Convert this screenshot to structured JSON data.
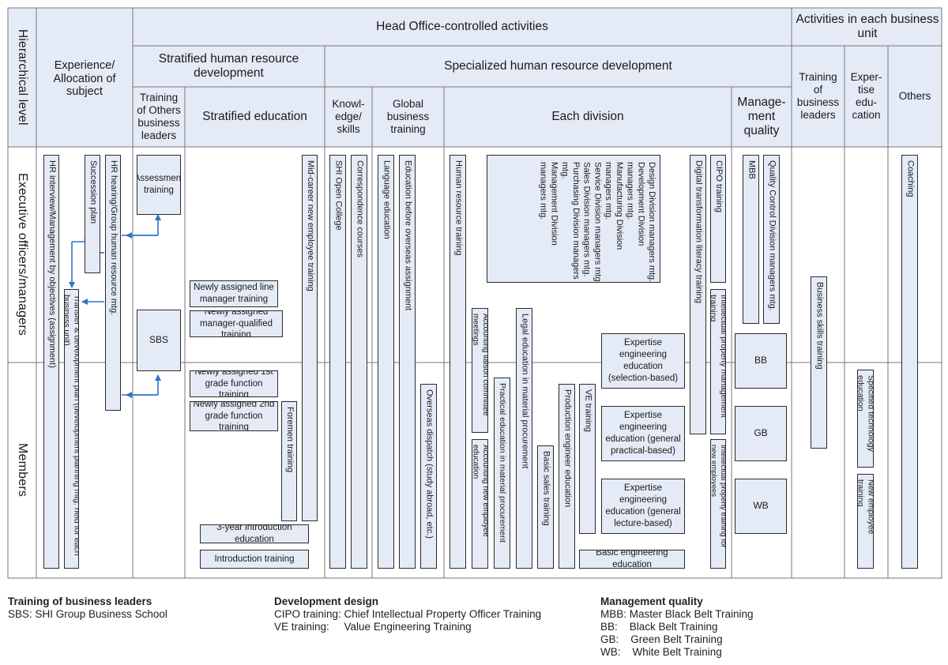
{
  "headers": {
    "hierarchical_level": "Hierarchical level",
    "experience": "Experience/ Allocation of subject",
    "head_office": "Head Office-controlled activities",
    "business_unit": "Activities in each business unit",
    "stratified": "Stratified human resource development",
    "specialized": "Specialized human resource development",
    "training_others": "Training of Others business leaders",
    "stratified_education": "Stratified education",
    "knowledge": "Knowl-edge/ skills",
    "global": "Global business training",
    "each_division": "Each division",
    "management_quality": "Manage-ment quality",
    "training_business_leaders": "Training of business leaders",
    "expertise_education": "Exper-tise edu-cation",
    "others": "Others"
  },
  "rows": {
    "executive": "Executive officers/managers",
    "members": "Members"
  },
  "boxes": {
    "hr_interview": "HR interview/Management by objectives (assignment)",
    "succession": "Succession plan",
    "transfer_plan": "Transfer & development plan (development planning mtg. held for each business unit)",
    "hr_hearing": "HR hearing/Group human resource mtg.",
    "assessment": "Assessment training",
    "sbs": "SBS",
    "newly_line": "Newly assigned line manager training",
    "newly_mgr_qual": "Newly assigned manager-qualified training",
    "newly_1st": "Newly assigned 1st grade function training",
    "newly_2nd": "Newly assigned 2nd grade function training",
    "foremen": "Foremen training",
    "mid_career": "Mid-career new employee training",
    "three_year": "3-year introduction education",
    "introduction": "Introduction training",
    "shi_open": "SHI Open College",
    "correspondence": "Correspondence courses",
    "language": "Language education",
    "before_overseas": "Education before overseas assignment",
    "overseas_dispatch": "Overseas dispatch (study abroad, etc.)",
    "hr_training": "Human resource training",
    "division_mtgs": [
      "Design Division managers mtg.",
      "Development Division",
      "managers mtg.",
      "Manufacturing Division",
      "managers mtg.",
      "Service Division managers mtg.",
      "Sales Division managers mtg.",
      "Purchasing Division managers",
      "mtg.",
      "Management Division",
      "managers mtg."
    ],
    "acct_liaison": "Accounting liaison committee meetings",
    "acct_new": "Accounting new employee education",
    "practical_material": "Practical education in material procurement",
    "legal_material": "Legal education in material procurement",
    "basic_sales": "Basic sales training",
    "production_eng": "Production engineer education",
    "ve_training": "VE training",
    "exp_selection": "Expertise engineering education (selection-based)",
    "exp_practical": "Expertise engineering education (general practical-based)",
    "exp_lecture": "Expertise engineering education (general lecture-based)",
    "basic_engineering": "Basic engineering education",
    "digital": "Digital transformation literacy training",
    "cipo": "CIPO training",
    "ip_mgmt": "Intellectual property management training",
    "ip_new": "Intellectual property training for new employees",
    "mbb": "MBB",
    "qc_mtg": "Quality Control Division managers mtg.",
    "bb": "BB",
    "gb": "GB",
    "wb": "WB",
    "business_skills": "Business skills training",
    "specified_tech": "Specified technology education",
    "new_employee": "New employee training",
    "coaching": "Coaching"
  },
  "legend": [
    {
      "title": "Training of business leaders",
      "rows": [
        "SBS: SHI Group Business School"
      ]
    },
    {
      "title": "Development design",
      "rows": [
        "CIPO training: Chief Intellectual Property Officer Training",
        "VE training:     Value Engineering Training"
      ]
    },
    {
      "title": "Management quality",
      "rows": [
        "MBB: Master Black Belt Training",
        "BB:    Black Belt Training",
        "GB:    Green Belt Training",
        "WB:    White Belt Training"
      ]
    }
  ],
  "colors": {
    "box_fill": "#e4ebf6",
    "header_fill": "#e4ebf6",
    "arrow": "#2a75c9",
    "line": "#777777"
  }
}
